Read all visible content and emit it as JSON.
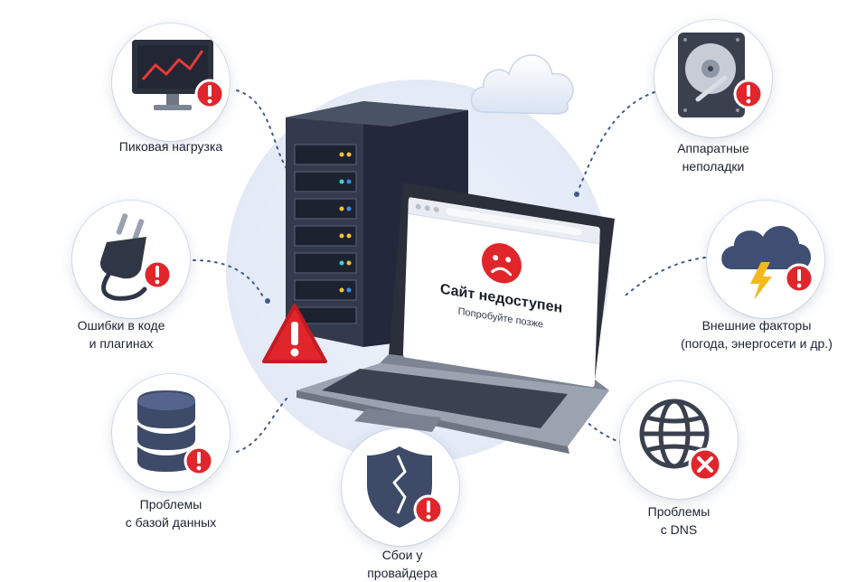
{
  "screen": {
    "title": "Сайт недоступен",
    "subtitle": "Попробуйте позже"
  },
  "causes": [
    {
      "id": "peak-load",
      "line1": "Пиковая нагрузка",
      "line2": "",
      "icon": "monitor-chart-icon"
    },
    {
      "id": "hardware",
      "line1": "Аппаратные",
      "line2": "неполадки",
      "icon": "hard-drive-icon"
    },
    {
      "id": "code-errors",
      "line1": "Ошибки в коде",
      "line2": "и плагинах",
      "icon": "power-plug-icon"
    },
    {
      "id": "external",
      "line1": "Внешние факторы",
      "line2": "(погода, энергосети и др.)",
      "icon": "storm-cloud-icon"
    },
    {
      "id": "database",
      "line1": "Проблемы",
      "line2": "с базой данных",
      "icon": "database-icon"
    },
    {
      "id": "dns",
      "line1": "Проблемы",
      "line2": "с DNS",
      "icon": "globe-icon"
    },
    {
      "id": "provider",
      "line1": "Сбои у",
      "line2": "провайдера",
      "icon": "broken-shield-icon"
    }
  ],
  "colors": {
    "alert_red": "#e0262b",
    "server_dark": "#2b313d",
    "icon_navy": "#3d4a68",
    "halo": "#e8eef8",
    "connector": "#3f5a8c"
  }
}
